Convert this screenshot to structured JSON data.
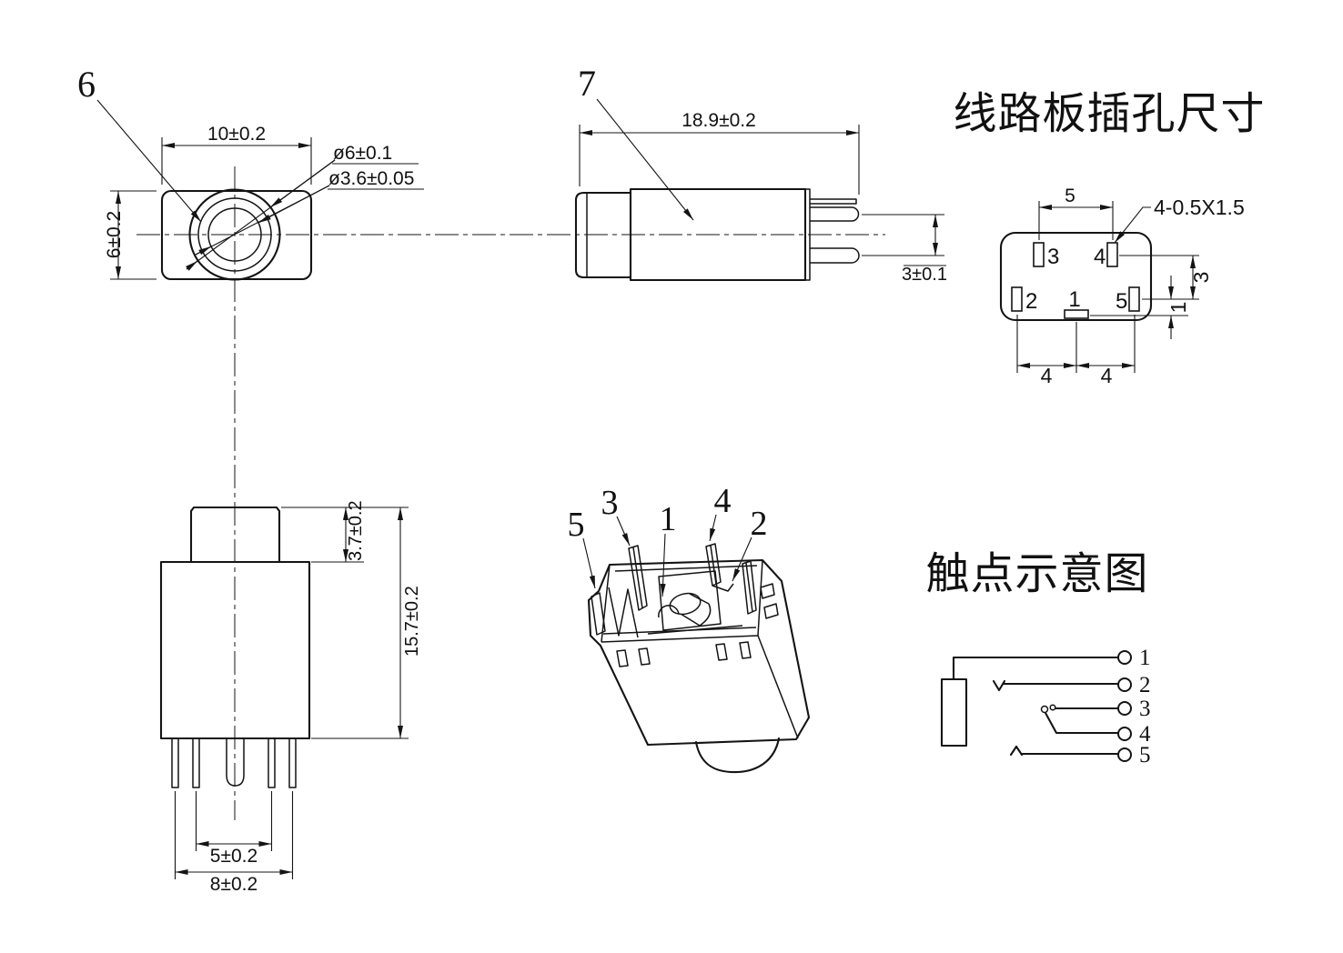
{
  "colors": {
    "ink": "#141414",
    "background": "#ffffff"
  },
  "views": {
    "top": {
      "callout": "6",
      "dim_width": "10±0.2",
      "dim_height": "6±0.2",
      "dim_outer_dia": "ø6±0.1",
      "dim_inner_dia": "ø3.6±0.05"
    },
    "side": {
      "callout": "7",
      "dim_length": "18.9±0.2",
      "dim_pin_gap": "3±0.1"
    },
    "pcb": {
      "title": "线路板插孔尺寸",
      "dim_pitch_top": "5",
      "slot_spec": "4-0.5X1.5",
      "dim_row_gap": "3",
      "dim_pad_offset": "1",
      "dim_bottom_left": "4",
      "dim_bottom_right": "4",
      "pads": {
        "p1": "1",
        "p2": "2",
        "p3": "3",
        "p4": "4",
        "p5": "5"
      }
    },
    "front": {
      "dim_cap_height": "3.7±0.2",
      "dim_total_height": "15.7±0.2",
      "dim_inner_pitch": "5±0.2",
      "dim_outer_pitch": "8±0.2"
    },
    "iso": {
      "pins": {
        "p1": "1",
        "p2": "2",
        "p3": "3",
        "p4": "4",
        "p5": "5"
      }
    },
    "contact": {
      "title": "触点示意图",
      "terminals": [
        "1",
        "2",
        "3",
        "4",
        "5"
      ]
    }
  }
}
